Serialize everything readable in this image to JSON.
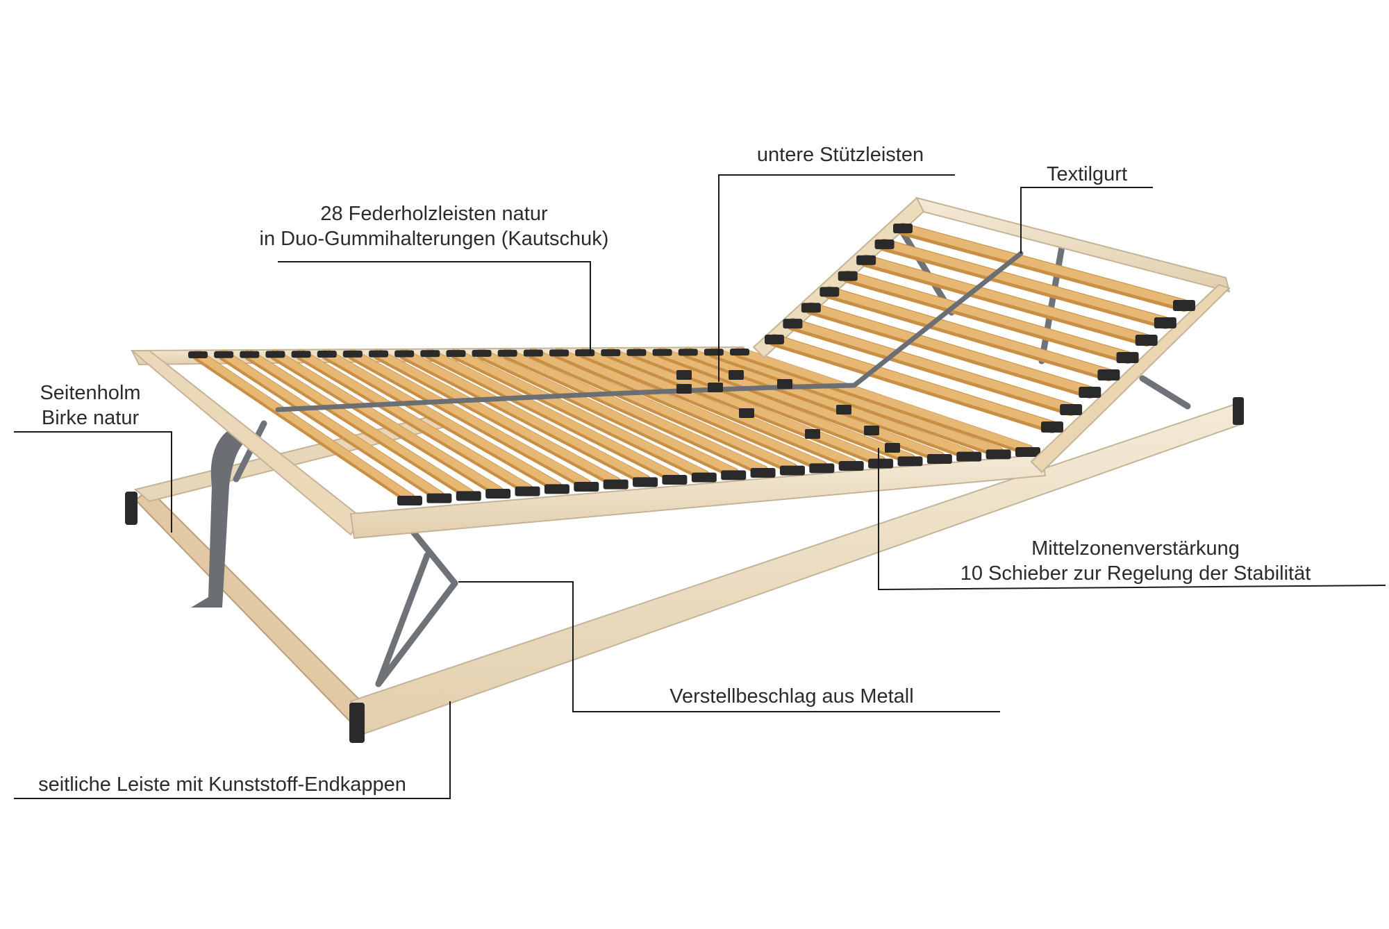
{
  "labels": {
    "slats": {
      "line1": "28 Federholzleisten natur",
      "line2": "in Duo-Gummihalterungen (Kautschuk)"
    },
    "support": {
      "line1": "untere Stützleisten"
    },
    "belt": {
      "line1": "Textilgurt"
    },
    "side_rail": {
      "line1": "Seitenholm",
      "line2": "Birke natur"
    },
    "middle_zone": {
      "line1": "Mittelzonenverstärkung",
      "line2": "10 Schieber zur Regelung der Stabilität"
    },
    "fitting": {
      "line1": "Verstellbeschlag aus Metall"
    },
    "side_strip": {
      "line1": "seitliche Leiste mit Kunststoff-Endkappen"
    }
  },
  "colors": {
    "wood_light": "#efe3cc",
    "wood_slat": "#e6b874",
    "wood_slat_dark": "#c98f45",
    "rubber": "#2a2a2a",
    "metal": "#8c9094",
    "strap": "#6b6e72",
    "leader_line": "#1a1a1a",
    "text": "#2b2b2b"
  }
}
